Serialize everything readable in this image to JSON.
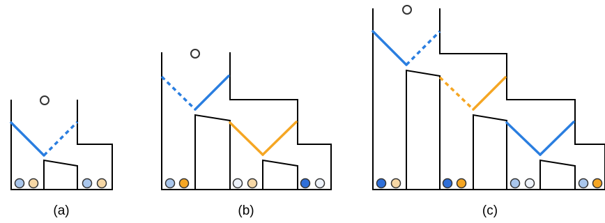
{
  "colors": {
    "blue": "#2a7ee0",
    "orange": "#f5a623",
    "wall": "#000000",
    "marble_light_blue": "#a9c6ec",
    "marble_light_orange": "#f6d7a5",
    "marble_blue": "#2f6fd8",
    "marble_orange": "#f5a623",
    "marble_pale": "#eef3fb"
  },
  "panels": [
    {
      "label": "(a)",
      "toggles": [
        {
          "color": "blue",
          "state": "left-solid-right-dashed"
        }
      ],
      "marbles": [
        "light-blue",
        "light-orange",
        "light-blue",
        "light-orange"
      ]
    },
    {
      "label": "(b)",
      "toggles": [
        {
          "color": "blue",
          "state": "left-dashed-right-solid"
        },
        {
          "color": "orange",
          "state": "both-solid"
        }
      ],
      "marbles": [
        "light-blue",
        "orange",
        "pale",
        "light-orange",
        "blue",
        "pale"
      ]
    },
    {
      "label": "(c)",
      "toggles": [
        {
          "color": "blue",
          "state": "left-solid-right-dashed"
        },
        {
          "color": "orange",
          "state": "left-dashed-right-solid"
        },
        {
          "color": "blue",
          "state": "both-solid"
        }
      ],
      "marbles": [
        "blue",
        "light-orange",
        "blue",
        "orange",
        "light-blue",
        "pale",
        "light-blue",
        "orange"
      ]
    }
  ]
}
